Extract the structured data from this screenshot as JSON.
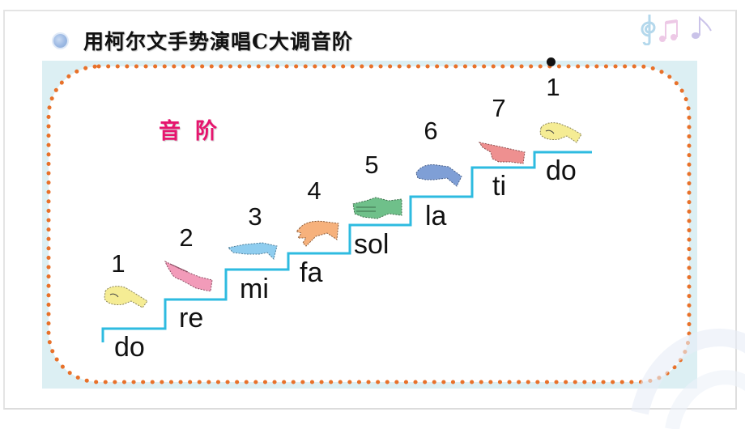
{
  "slide": {
    "title": "用柯尔文手势演唱C大调音阶",
    "bullet_color": "#9cb9e3",
    "section_label": "音阶",
    "colors": {
      "panel_bg": "#dceff3",
      "dotted_border": "#e8712a",
      "staircase": "#2ebbe0",
      "section_label": "#e6156e"
    },
    "steps": [
      {
        "number": "1",
        "syllable": "do",
        "hand": "fist-hand-icon",
        "hand_color": "#f5ec94"
      },
      {
        "number": "2",
        "syllable": "re",
        "hand": "slanted-flat-hand-icon",
        "hand_color": "#f29bb9"
      },
      {
        "number": "3",
        "syllable": "mi",
        "hand": "flat-hand-icon",
        "hand_color": "#8fcdef"
      },
      {
        "number": "4",
        "syllable": "fa",
        "hand": "thumb-down-hand-icon",
        "hand_color": "#f6b17c"
      },
      {
        "number": "5",
        "syllable": "sol",
        "hand": "open-hand-icon",
        "hand_color": "#6fc08a"
      },
      {
        "number": "6",
        "syllable": "la",
        "hand": "relaxed-hand-icon",
        "hand_color": "#7f9fd6"
      },
      {
        "number": "7",
        "syllable": "ti",
        "hand": "pointing-hand-icon",
        "hand_color": "#ee9090"
      },
      {
        "number": "1",
        "syllable": "do",
        "hand": "fist-hand-icon",
        "hand_color": "#f5ec94",
        "high_octave_dot": true
      }
    ]
  }
}
